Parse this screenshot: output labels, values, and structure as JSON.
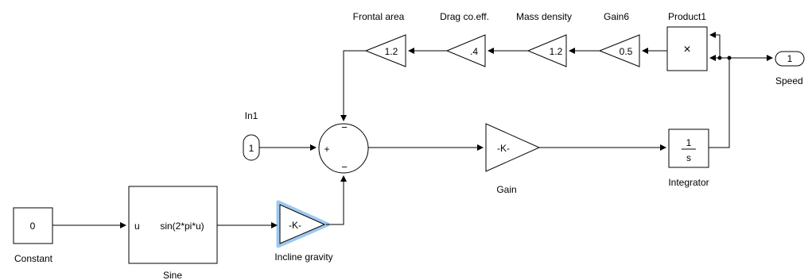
{
  "blocks": {
    "frontal_area": {
      "label": "Frontal area",
      "value": "1.2"
    },
    "drag_coeff": {
      "label": "Drag co.eff.",
      "value": ".4"
    },
    "mass_density": {
      "label": "Mass density",
      "value": "1.2"
    },
    "gain6": {
      "label": "Gain6",
      "value": "0.5"
    },
    "product1": {
      "label": "Product1",
      "symbol": "×"
    },
    "speed": {
      "label": "Speed",
      "port": "1"
    },
    "in1": {
      "label": "In1",
      "port": "1"
    },
    "sum": {
      "signs": [
        "−",
        "+",
        "−"
      ]
    },
    "gain": {
      "label": "Gain",
      "value": "-K-"
    },
    "integrator": {
      "label": "Integrator",
      "numerator": "1",
      "denominator": "s"
    },
    "constant": {
      "label": "Constant",
      "value": "0"
    },
    "sine": {
      "label": "Sine",
      "input": "u",
      "expr": "sin(2*pi*u)"
    },
    "incline_gravity": {
      "label": "Incline gravity",
      "value": "-K-"
    }
  },
  "colors": {
    "line": "#000000",
    "highlight": "#9dc8f0"
  }
}
